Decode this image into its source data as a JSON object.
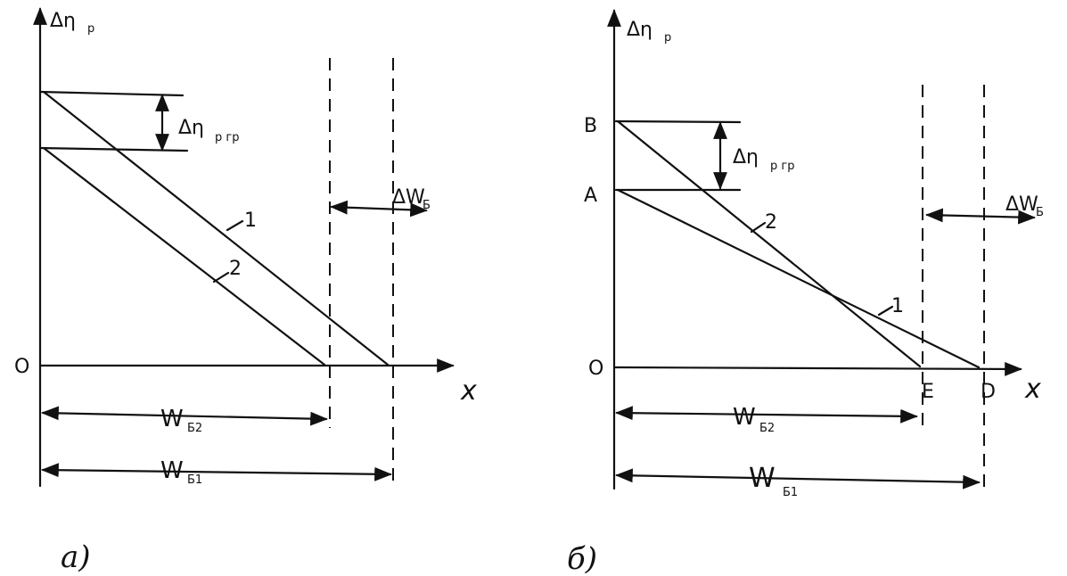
{
  "panel_a": {
    "y_axis": "Δη",
    "y_axis_sub": "р",
    "x_axis": "x",
    "origin": "O",
    "delta_label": "Δη",
    "delta_sub": "р гр",
    "dw_label": "ΔW",
    "dw_sub": "Б",
    "line1": "1",
    "line2": "2",
    "wb2": "W",
    "wb2_sub": "Б2",
    "wb1": "W",
    "wb1_sub": "Б1",
    "caption": "а)"
  },
  "panel_b": {
    "y_axis": "Δη",
    "y_axis_sub": "р",
    "x_axis": "x",
    "origin": "O",
    "point_B": "В",
    "point_A": "А",
    "point_E": "Е",
    "point_D": "D",
    "delta_label": "Δη",
    "delta_sub": "р гр",
    "dw_label": "ΔW",
    "dw_sub": "Б",
    "line1": "1",
    "line2": "2",
    "wb2": "W",
    "wb2_sub": "Б2",
    "wb1": "W",
    "wb1_sub": "Б1",
    "caption": "б)"
  }
}
